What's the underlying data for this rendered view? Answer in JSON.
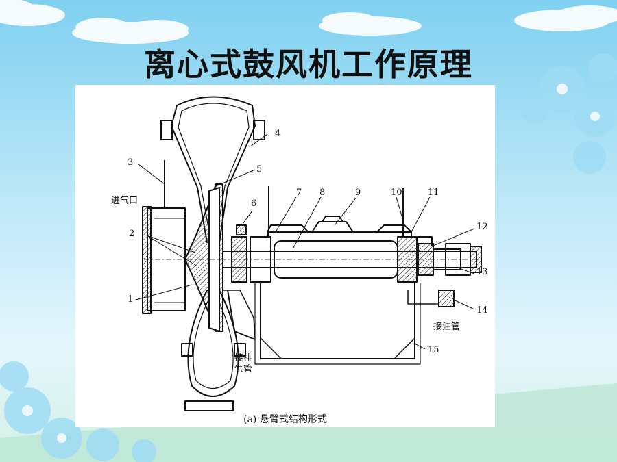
{
  "slide": {
    "title": "离心式鼓风机工作原理"
  },
  "figure": {
    "caption": "(a) 悬臂式结构形式",
    "labels": {
      "intake": "进气口",
      "exhaust_line1": "接排",
      "exhaust_line2": "气管",
      "oil_pipe": "接油管",
      "n1": "1",
      "n2": "2",
      "n3": "3",
      "n4": "4",
      "n5": "5",
      "n6": "6",
      "n7": "7",
      "n8": "8",
      "n9": "9",
      "n10": "10",
      "n11": "11",
      "n12": "12",
      "n13": "13",
      "n14": "14",
      "n15": "15"
    }
  },
  "colors": {
    "line": "#111111",
    "hatch": "#222222",
    "flower": "#8fd6f2"
  }
}
